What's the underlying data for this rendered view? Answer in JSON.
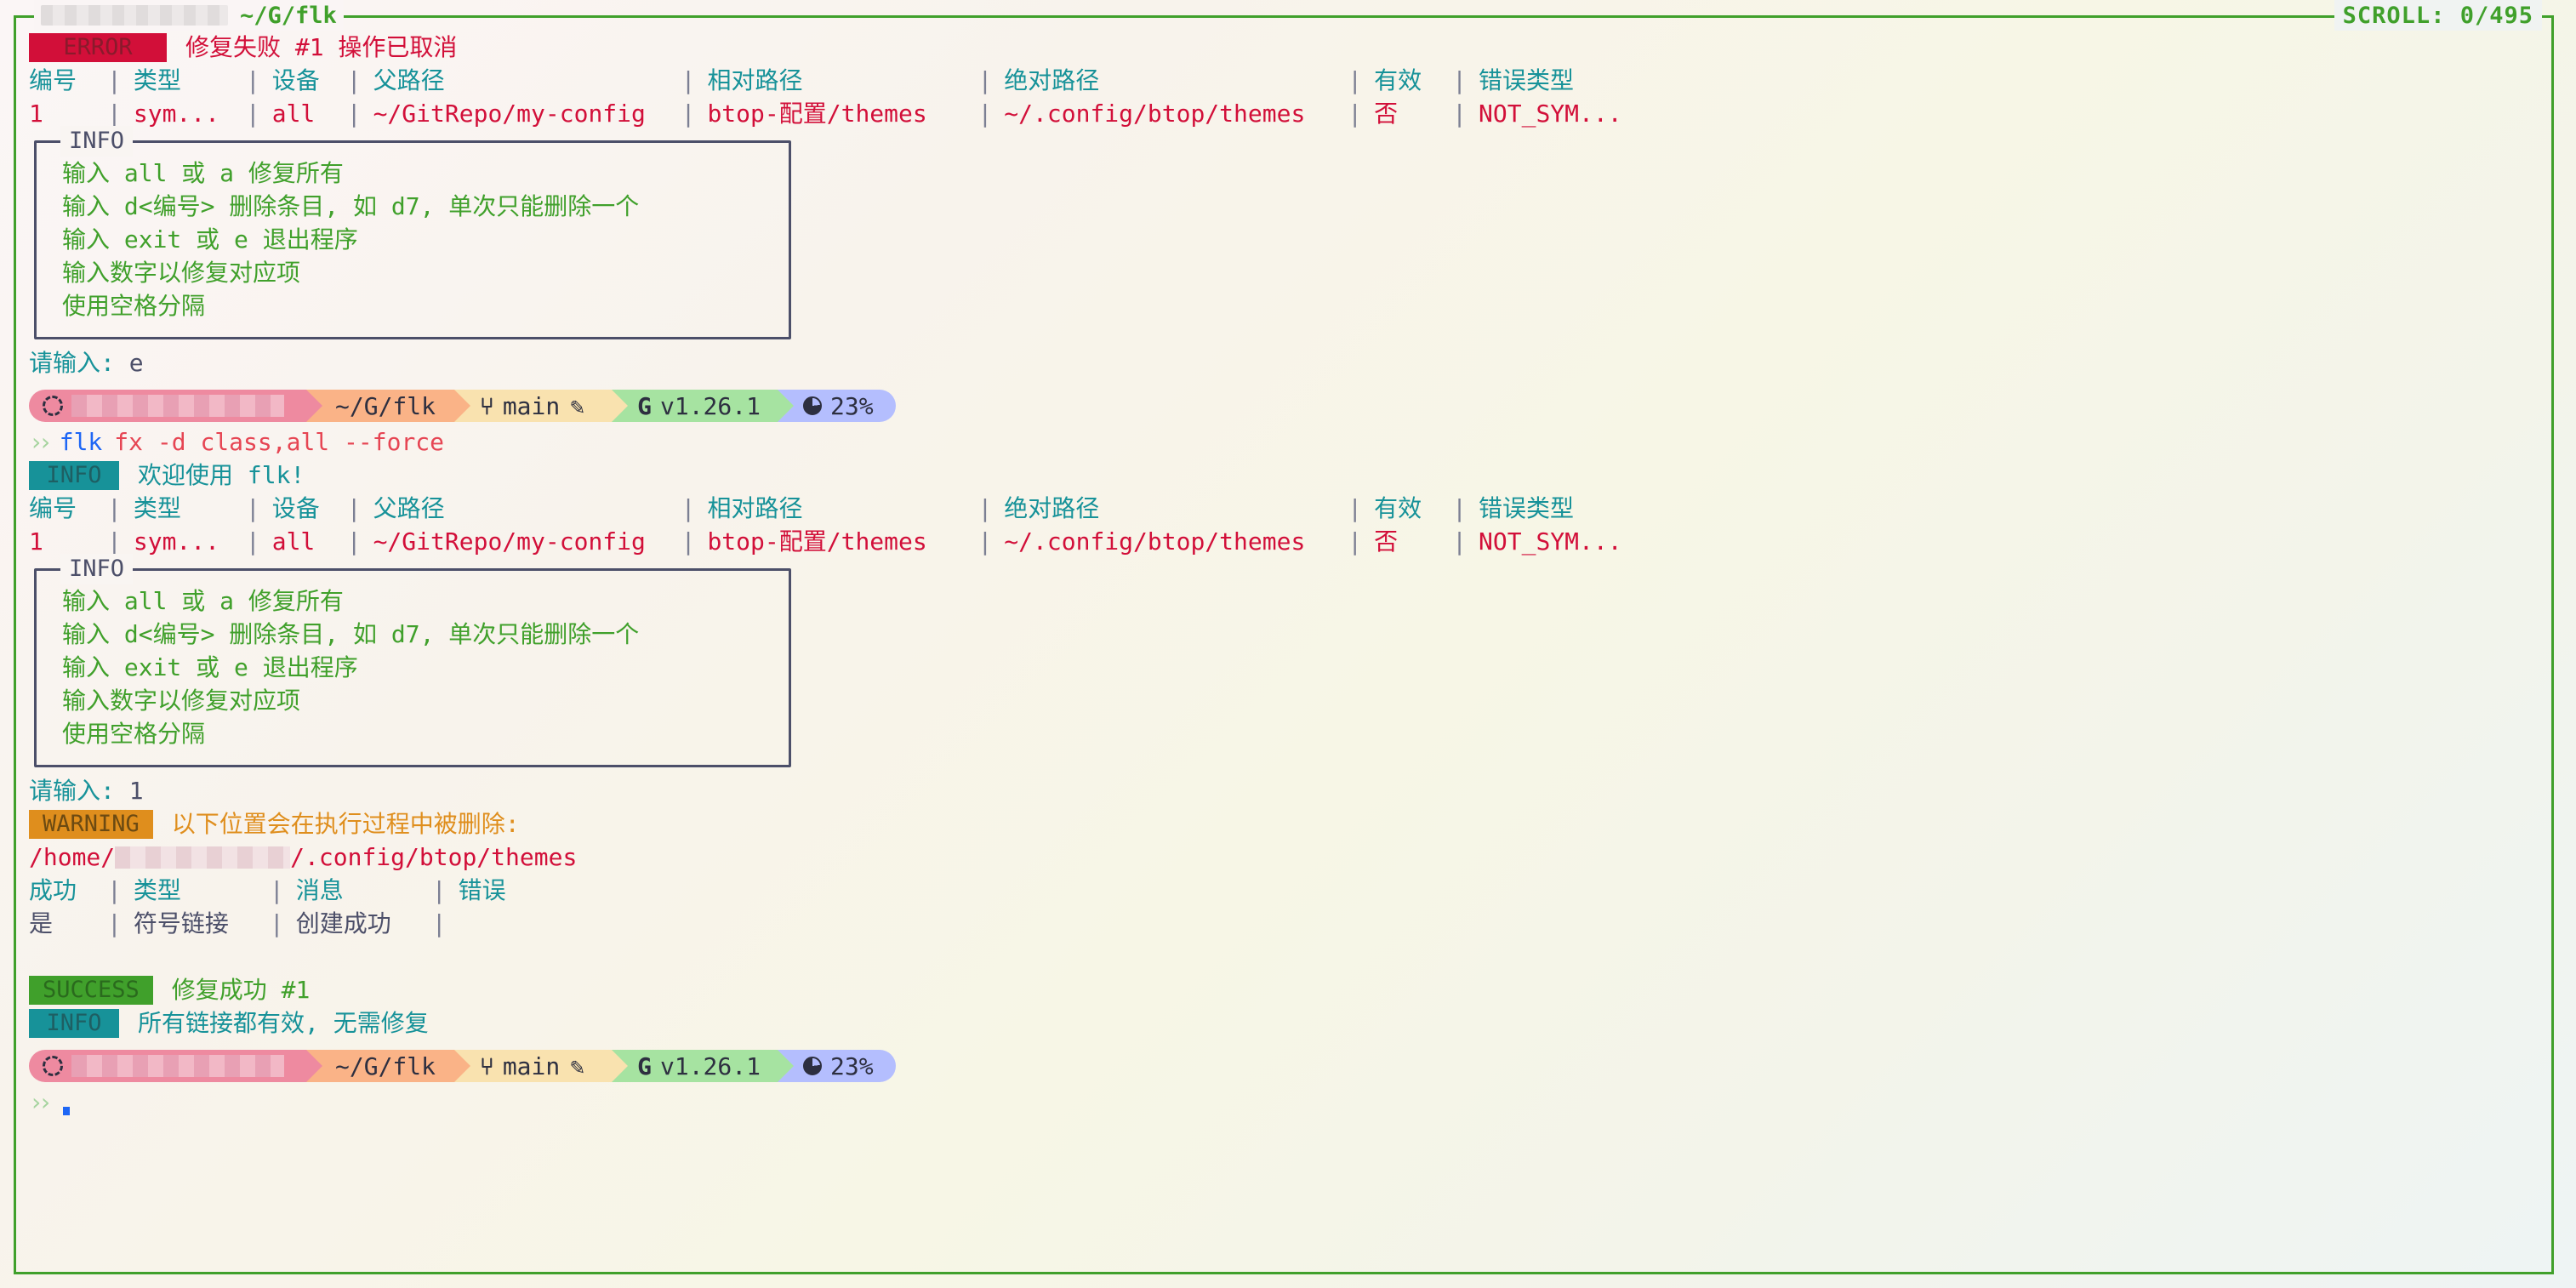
{
  "window": {
    "title": "~/G/flk",
    "scroll_label": "SCROLL:",
    "scroll_value": "0/495"
  },
  "colors": {
    "accent_green": "#40a02b",
    "error_red": "#d20f39",
    "info_teal": "#179299",
    "warning_orange": "#df8e1d"
  },
  "block1": {
    "error_tag": "ERROR",
    "error_msg": "修复失败 #1 操作已取消",
    "headers": [
      "编号",
      "类型",
      "设备",
      "父路径",
      "相对路径",
      "绝对路径",
      "有效",
      "错误类型"
    ],
    "row": [
      "1",
      "sym...",
      "all",
      "~/GitRepo/my-config",
      "btop-配置/themes",
      "~/.config/btop/themes",
      "否",
      "NOT_SYM..."
    ],
    "info_box": {
      "title": "INFO",
      "lines": [
        "输入 all 或 a 修复所有",
        "输入 d<编号> 删除条目, 如 d7, 单次只能删除一个",
        "输入 exit 或 e 退出程序",
        "输入数字以修复对应项",
        "使用空格分隔"
      ]
    },
    "prompt_label": "请输入:",
    "prompt_value": "e"
  },
  "statusbar": {
    "path": "~/G/flk",
    "branch": "main",
    "go_version": "v1.26.1",
    "battery": "23%",
    "battery_level": 0.23,
    "icons": [
      "ubuntu-icon",
      "git-branch-icon",
      "edit-icon",
      "go-icon",
      "pie-chart-icon"
    ]
  },
  "command": {
    "exe": "flk",
    "args": "fx -d class,all --force"
  },
  "block2": {
    "info_tag": "INFO",
    "info_msg": "欢迎使用 flk!",
    "headers": [
      "编号",
      "类型",
      "设备",
      "父路径",
      "相对路径",
      "绝对路径",
      "有效",
      "错误类型"
    ],
    "row": [
      "1",
      "sym...",
      "all",
      "~/GitRepo/my-config",
      "btop-配置/themes",
      "~/.config/btop/themes",
      "否",
      "NOT_SYM..."
    ],
    "info_box": {
      "title": "INFO",
      "lines": [
        "输入 all 或 a 修复所有",
        "输入 d<编号> 删除条目, 如 d7, 单次只能删除一个",
        "输入 exit 或 e 退出程序",
        "输入数字以修复对应项",
        "使用空格分隔"
      ]
    },
    "prompt_label": "请输入:",
    "prompt_value": "1",
    "warning_tag": "WARNING",
    "warning_msg": "以下位置会在执行过程中被删除:",
    "delete_path_prefix": "/home/",
    "delete_path_suffix": "/.config/btop/themes",
    "result_headers": [
      "成功",
      "类型",
      "消息",
      "错误"
    ],
    "result_row": [
      "是",
      "符号链接",
      "创建成功",
      ""
    ],
    "success_tag": "SUCCESS",
    "success_msg": "修复成功 #1",
    "final_info_tag": "INFO",
    "final_info_msg": "所有链接都有效, 无需修复"
  }
}
